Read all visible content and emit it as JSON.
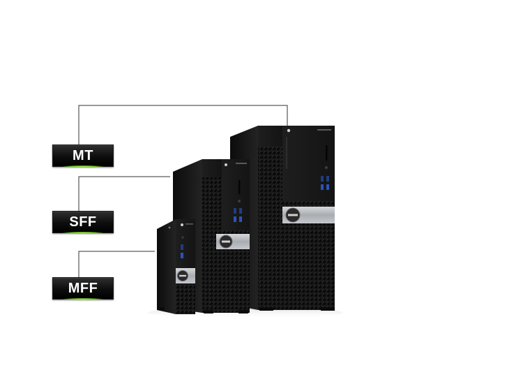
{
  "labels": {
    "mt": "MT",
    "sff": "SFF",
    "mff": "MFF"
  },
  "colors": {
    "background": "#ffffff",
    "chassis": "#141414",
    "badge": "#b9bcc0",
    "label_glow": "#8fd63c",
    "callout_line": "#333333"
  }
}
